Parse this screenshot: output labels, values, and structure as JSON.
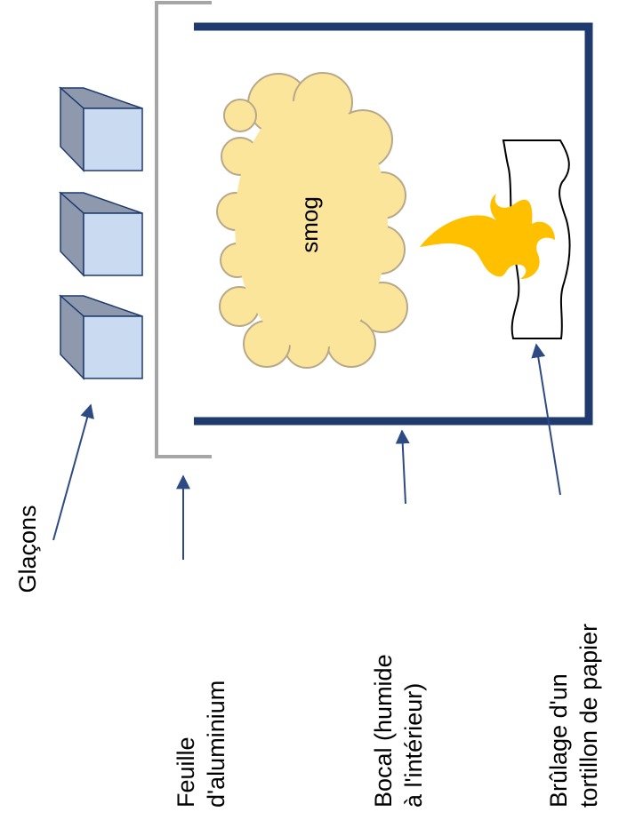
{
  "labels": {
    "ice": "Glaçons",
    "foil_line1": "Feuille",
    "foil_line2": "d'aluminium",
    "jar_line1": "Bocal (humide",
    "jar_line2": "à l'intérieur)",
    "paper_line1": "Brûlage d'un",
    "paper_line2": "tortillon de papier",
    "smog": "smog"
  },
  "colors": {
    "jar": "#1f3a6e",
    "foil": "#a6a6a6",
    "cube_front": "#c9daf1",
    "cube_top": "#8e99ad",
    "cube_stroke": "#1f3a6e",
    "smog_fill": "#fbe59a",
    "smog_stroke": "#b8a88a",
    "flame": "#ffc000",
    "arrow": "#2e4a84"
  },
  "icons": [
    "ice-cube-icon",
    "smog-cloud-icon",
    "flame-icon",
    "paper-roll-icon"
  ]
}
